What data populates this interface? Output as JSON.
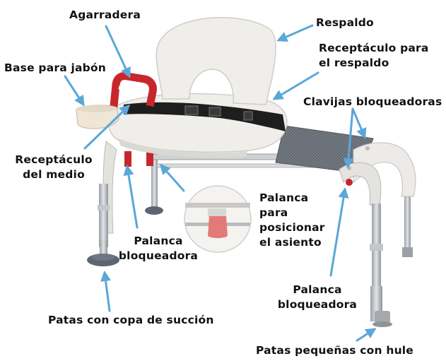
{
  "colors": {
    "arrow": "#5aa7d8",
    "frame": "#e9e8e4",
    "handle": "#c8262c",
    "strap": "#1e1e1e",
    "mesh": "#6d737c",
    "legs": "#b8bcc0",
    "feet": "#5d6670"
  },
  "labels": {
    "agarradera": "Agarradera",
    "respaldo": "Respaldo",
    "base_jabon": "Base para jabón",
    "receptaculo_respaldo": [
      "Receptáculo para",
      "el respaldo"
    ],
    "clavijas": "Clavijas bloqueadoras",
    "receptaculo_medio": [
      "Receptáculo",
      "del medio"
    ],
    "palanca_asiento": [
      "Palanca",
      "para",
      "posicionar",
      "el asiento"
    ],
    "palanca_izq": [
      "Palanca",
      "bloqueadora"
    ],
    "palanca_der": [
      "Palanca",
      "bloqueadora"
    ],
    "patas_copa": "Patas con copa de succión",
    "patas_hule": "Patas pequeñas con hule"
  }
}
